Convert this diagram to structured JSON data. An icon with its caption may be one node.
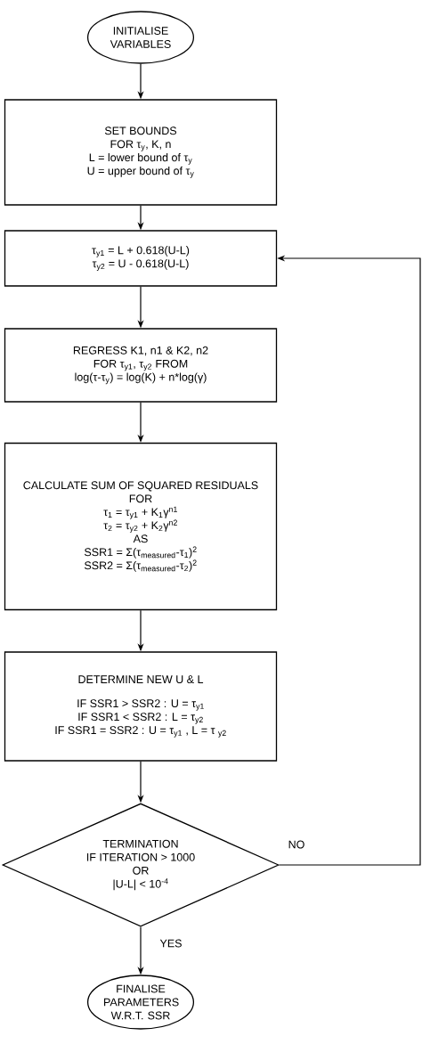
{
  "diagram": {
    "nodes": [
      {
        "text": [
          "INITIALISE VARIABLES"
        ]
      },
      {
        "text": [
          "SET BOUNDS",
          "FOR τ$_{y}$, K, n",
          "L = lower bound of τ$_{y}$",
          "U = upper bound of τ$_{y}$"
        ]
      },
      {
        "text": [
          "τ$_{y1}$ = L + 0.618(U-L)",
          "τ$_{y2}$ = U - 0.618(U-L)"
        ]
      },
      {
        "text": [
          "REGRESS K1, n1 & K2, n2",
          "FOR τ$_{y1}$, τ$_{y2}$ FROM",
          "log(τ-τ$_{y}$) = log(K) + n*log(γ)"
        ]
      },
      {
        "text": [
          "CALCULATE SUM OF SQUARED RESIDUALS",
          "FOR",
          "τ$_{1}$ = τ$_{y1}$ + K$_{1}$γ$^{n1}$",
          "τ$_{2}$ = τ$_{y2}$ + K$_{2}$γ$^{n2}$",
          "AS",
          "SSR1 = Σ(τ$_{measured}$-τ$_{1}$)$^{2}$",
          "SSR2 = Σ(τ$_{measured}$-τ$_{2}$)$^{2}$"
        ]
      },
      {
        "text": [
          "DETERMINE NEW U & L",
          "IF SSR1 > SSR2 : U = τ$_{y1}$",
          "IF SSR1 < SSR2 : L = τ$_{y2}$",
          "IF SSR1 = SSR2 : U = τ$_{y1}$ , L = τ $_{y2}$"
        ]
      },
      {
        "text": [
          "TERMINATION",
          "IF ITERATION > 1000",
          "OR",
          "|U-L| < 10$^{-4}$"
        ]
      },
      {
        "text": [
          "FINALISE PARAMETERS W.R.T. SSR"
        ]
      }
    ],
    "edges": [
      {
        "from": 0,
        "to": 1,
        "arrow": "to"
      },
      {
        "from": 1,
        "to": 2,
        "arrow": "to"
      },
      {
        "from": 2,
        "to": 3,
        "arrow": "to"
      },
      {
        "from": 3,
        "to": 4,
        "arrow": "to"
      },
      {
        "from": 4,
        "to": 5,
        "arrow": "to"
      },
      {
        "from": 5,
        "to": 6,
        "arrow": "to"
      },
      {
        "from": 6,
        "to": 7,
        "arrow": "to",
        "label": "YES"
      },
      {
        "from": 6,
        "to": 2,
        "arrow": "to",
        "label": "NO"
      }
    ]
  }
}
